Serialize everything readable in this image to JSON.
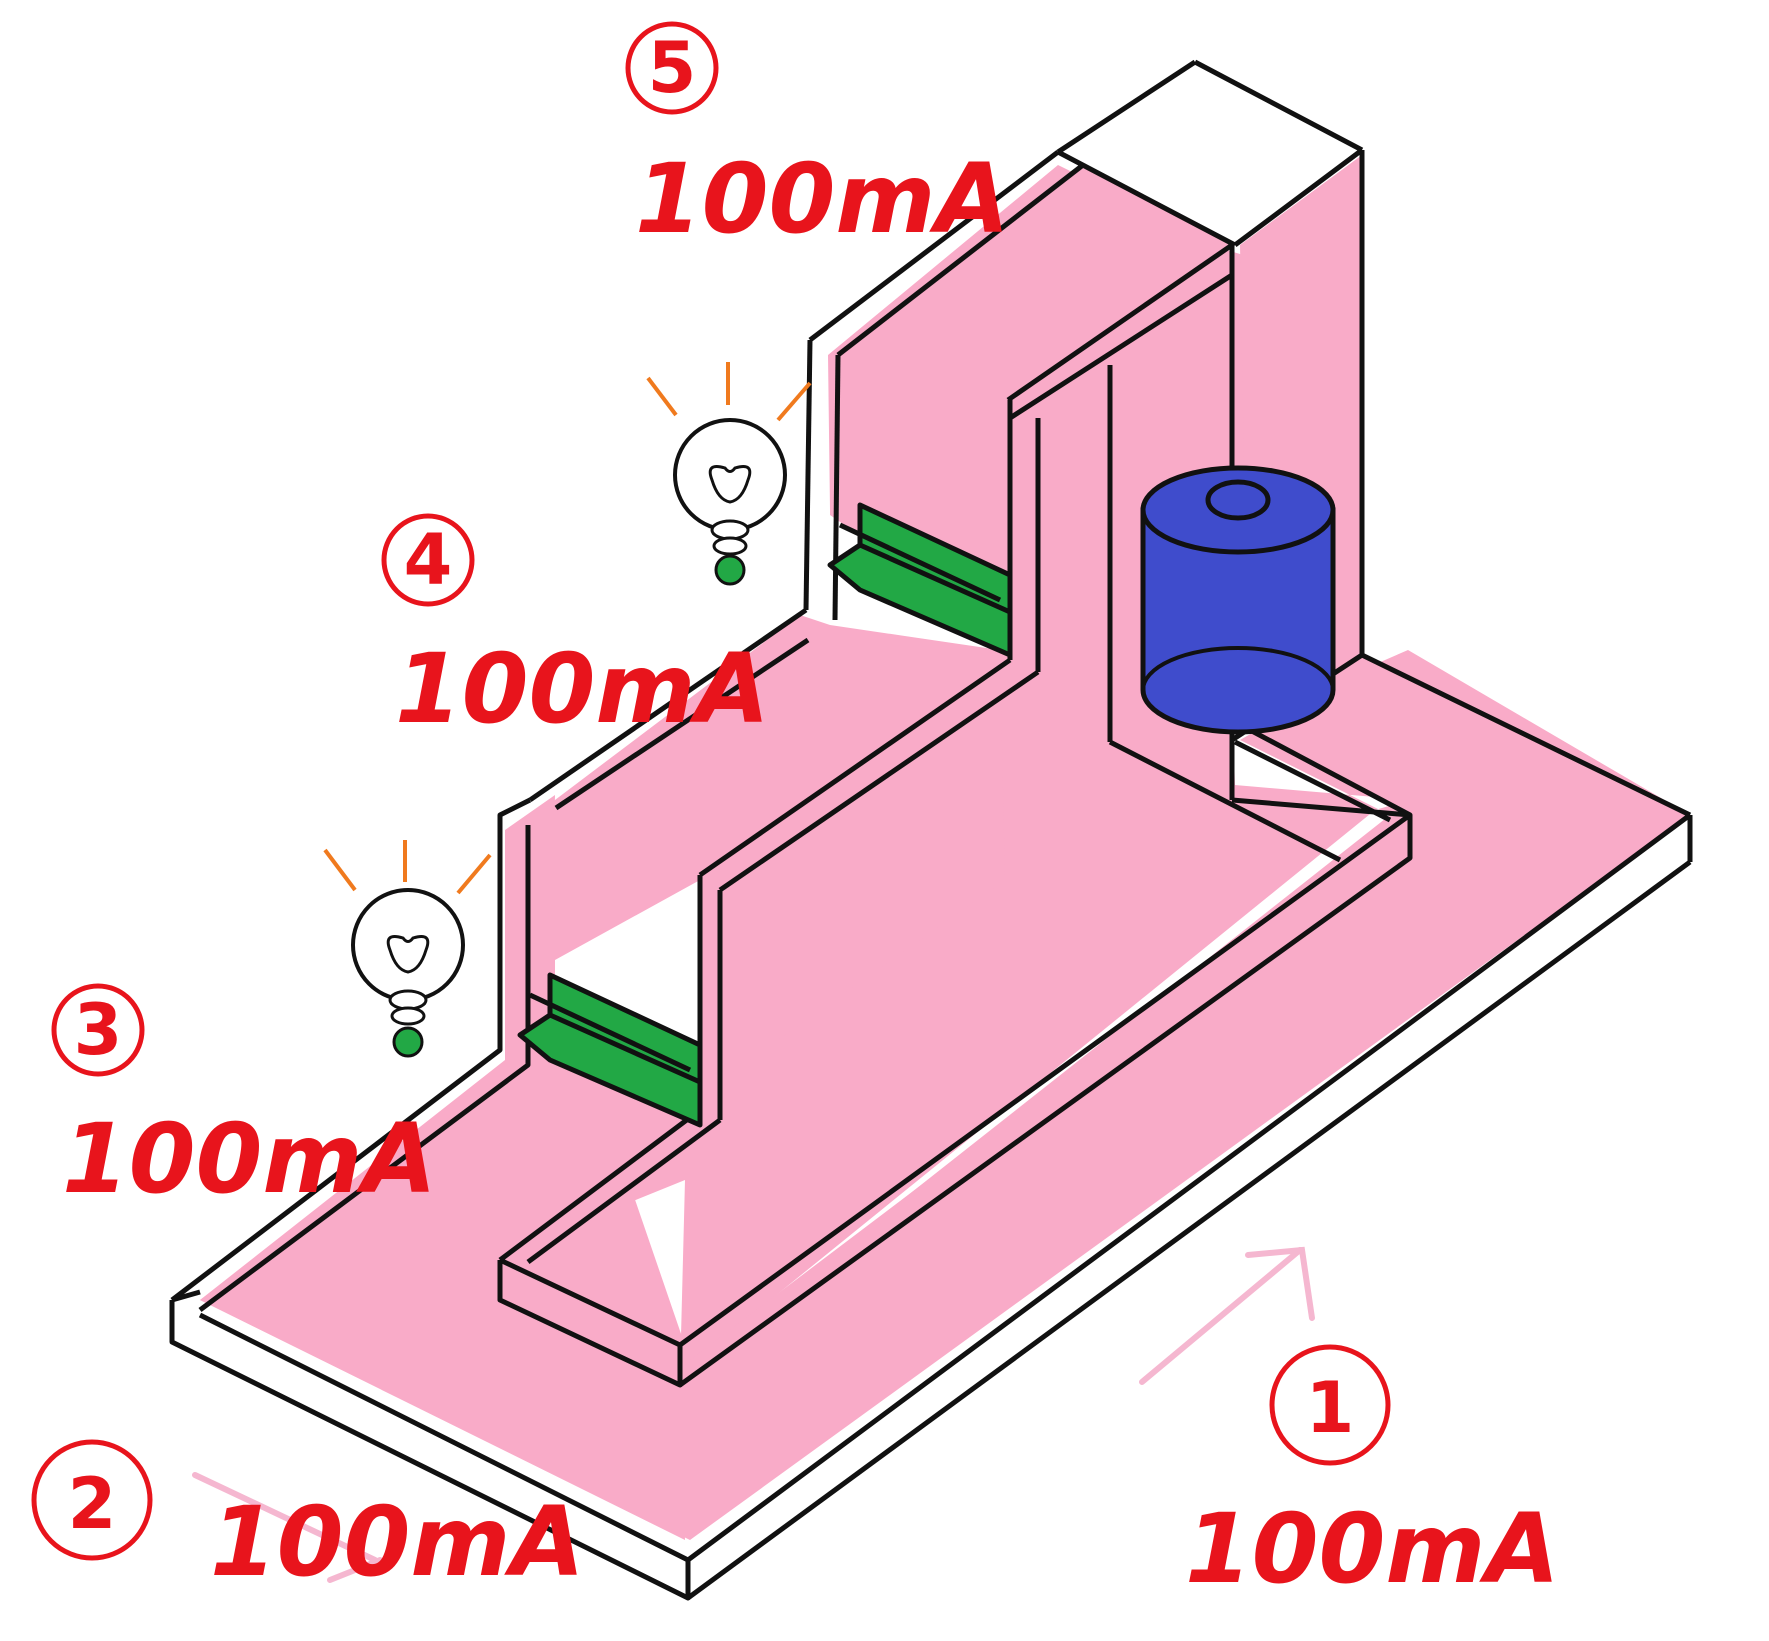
{
  "points": [
    {
      "id": "1",
      "marker": "①",
      "current": "100mA"
    },
    {
      "id": "2",
      "marker": "②",
      "current": "100mA"
    },
    {
      "id": "3",
      "marker": "③",
      "current": "100mA"
    },
    {
      "id": "4",
      "marker": "④",
      "current": "100mA"
    },
    {
      "id": "5",
      "marker": "⑤",
      "current": "100mA"
    }
  ],
  "colors": {
    "current_path": "#f9abc8",
    "label_red": "#e8141c",
    "battery": "#3f4ccc",
    "resistor": "#22a845",
    "bulb_ray": "#f07a1e",
    "arrow": "#f5b7d0"
  }
}
